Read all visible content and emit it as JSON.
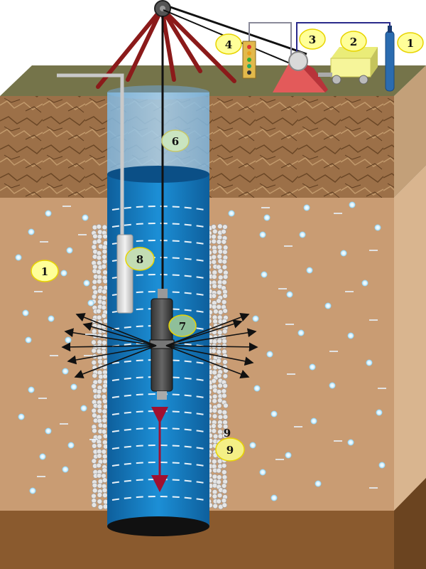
{
  "labels": {
    "surrounding_rock": "1",
    "surrounding_rock_right": "1",
    "unit_2": "2",
    "unit_3": "3",
    "unit_4": "4",
    "water_column": "6",
    "downhole_tool": "7",
    "pipe_probe": "8",
    "gravel_pack": "9",
    "gravel_pack_small": "9"
  },
  "colors": {
    "callout_fill": "#ffff99",
    "callout_stroke": "#e8d400",
    "water": "#1a7fc4",
    "water_top": "#9cc8e8",
    "soil": "#c99c73",
    "ground_surface": "#75744a",
    "base_layer": "#8a5a2e",
    "derrick": "#8b1a1a",
    "arrow": "#111111",
    "oscillation_arrow": "#a01030"
  }
}
